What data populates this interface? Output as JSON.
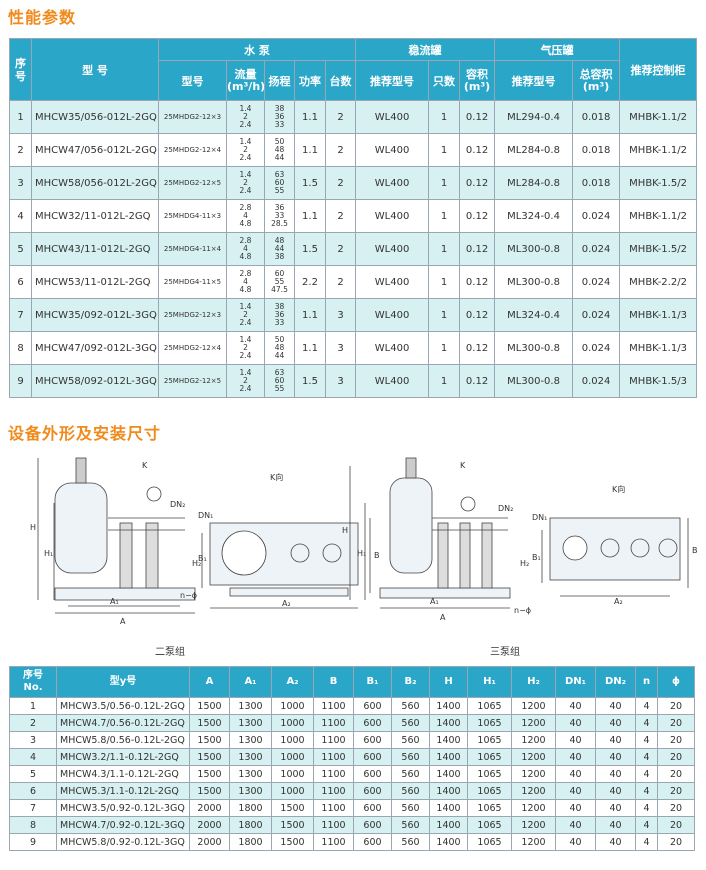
{
  "section1_title": "性能参数",
  "section2_title": "设备外形及安装尺寸",
  "perf_table": {
    "headers": {
      "seq": "序号",
      "model": "型 号",
      "pump_group": "水 泵",
      "pump_model": "型号",
      "flow": "流量\n(m³/h)",
      "head": "扬程",
      "power": "功率",
      "count": "台数",
      "stabilizer_group": "稳流罐",
      "stab_model": "推荐型号",
      "stab_count": "只数",
      "stab_volume": "容积\n(m³)",
      "pressure_group": "气压罐",
      "press_model": "推荐型号",
      "press_volume": "总容积\n(m³)",
      "control": "推荐控制柜"
    },
    "rows": [
      {
        "no": "1",
        "model": "MHCW35/056-012L-2GQ",
        "pump": "25MHDG2-12×3",
        "flow": "1.4\n2\n2.4",
        "head": "38\n36\n33",
        "power": "1.1",
        "count": "2",
        "stab": "WL400",
        "scount": "1",
        "svol": "0.12",
        "press": "ML294-0.4",
        "pvol": "0.018",
        "ctrl": "MHBK-1.1/2"
      },
      {
        "no": "2",
        "model": "MHCW47/056-012L-2GQ",
        "pump": "25MHDG2-12×4",
        "flow": "1.4\n2\n2.4",
        "head": "50\n48\n44",
        "power": "1.1",
        "count": "2",
        "stab": "WL400",
        "scount": "1",
        "svol": "0.12",
        "press": "ML284-0.8",
        "pvol": "0.018",
        "ctrl": "MHBK-1.1/2"
      },
      {
        "no": "3",
        "model": "MHCW58/056-012L-2GQ",
        "pump": "25MHDG2-12×5",
        "flow": "1.4\n2\n2.4",
        "head": "63\n60\n55",
        "power": "1.5",
        "count": "2",
        "stab": "WL400",
        "scount": "1",
        "svol": "0.12",
        "press": "ML284-0.8",
        "pvol": "0.018",
        "ctrl": "MHBK-1.5/2"
      },
      {
        "no": "4",
        "model": "MHCW32/11-012L-2GQ",
        "pump": "25MHDG4-11×3",
        "flow": "2.8\n4\n4.8",
        "head": "36\n33\n28.5",
        "power": "1.1",
        "count": "2",
        "stab": "WL400",
        "scount": "1",
        "svol": "0.12",
        "press": "ML324-0.4",
        "pvol": "0.024",
        "ctrl": "MHBK-1.1/2"
      },
      {
        "no": "5",
        "model": "MHCW43/11-012L-2GQ",
        "pump": "25MHDG4-11×4",
        "flow": "2.8\n4\n4.8",
        "head": "48\n44\n38",
        "power": "1.5",
        "count": "2",
        "stab": "WL400",
        "scount": "1",
        "svol": "0.12",
        "press": "ML300-0.8",
        "pvol": "0.024",
        "ctrl": "MHBK-1.5/2"
      },
      {
        "no": "6",
        "model": "MHCW53/11-012L-2GQ",
        "pump": "25MHDG4-11×5",
        "flow": "2.8\n4\n4.8",
        "head": "60\n55\n47.5",
        "power": "2.2",
        "count": "2",
        "stab": "WL400",
        "scount": "1",
        "svol": "0.12",
        "press": "ML300-0.8",
        "pvol": "0.024",
        "ctrl": "MHBK-2.2/2"
      },
      {
        "no": "7",
        "model": "MHCW35/092-012L-3GQ",
        "pump": "25MHDG2-12×3",
        "flow": "1.4\n2\n2.4",
        "head": "38\n36\n33",
        "power": "1.1",
        "count": "3",
        "stab": "WL400",
        "scount": "1",
        "svol": "0.12",
        "press": "ML324-0.4",
        "pvol": "0.024",
        "ctrl": "MHBK-1.1/3"
      },
      {
        "no": "8",
        "model": "MHCW47/092-012L-3GQ",
        "pump": "25MHDG2-12×4",
        "flow": "1.4\n2\n2.4",
        "head": "50\n48\n44",
        "power": "1.1",
        "count": "3",
        "stab": "WL400",
        "scount": "1",
        "svol": "0.12",
        "press": "ML300-0.8",
        "pvol": "0.024",
        "ctrl": "MHBK-1.1/3"
      },
      {
        "no": "9",
        "model": "MHCW58/092-012L-3GQ",
        "pump": "25MHDG2-12×5",
        "flow": "1.4\n2\n2.4",
        "head": "63\n60\n55",
        "power": "1.5",
        "count": "3",
        "stab": "WL400",
        "scount": "1",
        "svol": "0.12",
        "press": "ML300-0.8",
        "pvol": "0.024",
        "ctrl": "MHBK-1.5/3"
      }
    ]
  },
  "drawings": {
    "left_caption": "二泵组",
    "right_caption": "三泵组",
    "labels": {
      "K": "K",
      "K_dir": "K向",
      "H": "H",
      "H1": "H₁",
      "H2": "H₂",
      "B1": "B₁",
      "B": "B",
      "A": "A",
      "A1": "A₁",
      "A2": "A₂",
      "DN1": "DN₁",
      "DN2": "DN₂",
      "n_phi": "n−ϕ"
    }
  },
  "dim_table": {
    "headers": [
      "序号\nNo.",
      "型y号",
      "A",
      "A₁",
      "A₂",
      "B",
      "B₁",
      "B₂",
      "H",
      "H₁",
      "H₂",
      "DN₁",
      "DN₂",
      "n",
      "ϕ"
    ],
    "rows": [
      [
        "1",
        "MHCW3.5/0.56-0.12L-2GQ",
        "1500",
        "1300",
        "1000",
        "1100",
        "600",
        "560",
        "1400",
        "1065",
        "1200",
        "40",
        "40",
        "4",
        "20"
      ],
      [
        "2",
        "MHCW4.7/0.56-0.12L-2GQ",
        "1500",
        "1300",
        "1000",
        "1100",
        "600",
        "560",
        "1400",
        "1065",
        "1200",
        "40",
        "40",
        "4",
        "20"
      ],
      [
        "3",
        "MHCW5.8/0.56-0.12L-2GQ",
        "1500",
        "1300",
        "1000",
        "1100",
        "600",
        "560",
        "1400",
        "1065",
        "1200",
        "40",
        "40",
        "4",
        "20"
      ],
      [
        "4",
        "MHCW3.2/1.1-0.12L-2GQ",
        "1500",
        "1300",
        "1000",
        "1100",
        "600",
        "560",
        "1400",
        "1065",
        "1200",
        "40",
        "40",
        "4",
        "20"
      ],
      [
        "5",
        "MHCW4.3/1.1-0.12L-2GQ",
        "1500",
        "1300",
        "1000",
        "1100",
        "600",
        "560",
        "1400",
        "1065",
        "1200",
        "40",
        "40",
        "4",
        "20"
      ],
      [
        "6",
        "MHCW5.3/1.1-0.12L-2GQ",
        "1500",
        "1300",
        "1000",
        "1100",
        "600",
        "560",
        "1400",
        "1065",
        "1200",
        "40",
        "40",
        "4",
        "20"
      ],
      [
        "7",
        "MHCW3.5/0.92-0.12L-3GQ",
        "2000",
        "1800",
        "1500",
        "1100",
        "600",
        "560",
        "1400",
        "1065",
        "1200",
        "40",
        "40",
        "4",
        "20"
      ],
      [
        "8",
        "MHCW4.7/0.92-0.12L-3GQ",
        "2000",
        "1800",
        "1500",
        "1100",
        "600",
        "560",
        "1400",
        "1065",
        "1200",
        "40",
        "40",
        "4",
        "20"
      ],
      [
        "9",
        "MHCW5.8/0.92-0.12L-3GQ",
        "2000",
        "1800",
        "1500",
        "1100",
        "600",
        "560",
        "1400",
        "1065",
        "1200",
        "40",
        "40",
        "4",
        "20"
      ]
    ]
  },
  "colors": {
    "header": "#2aa6c9",
    "alt_row": "#d7f0f2",
    "title": "#f08a1c"
  }
}
